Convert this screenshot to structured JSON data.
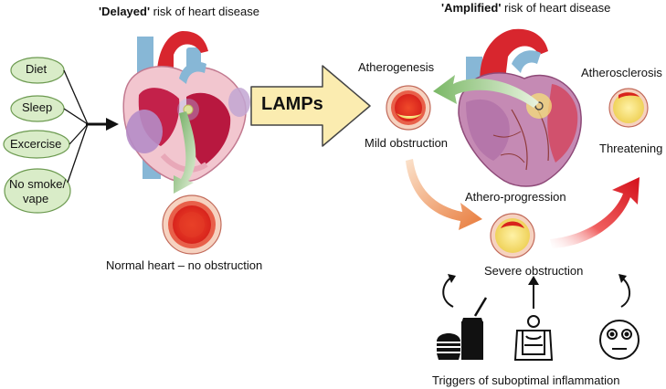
{
  "left_title": {
    "bold": "'Delayed'",
    "rest": " risk of heart disease"
  },
  "right_title": {
    "bold": "'Amplified'",
    "rest": " risk of heart disease"
  },
  "lifestyle_factors": [
    "Diet",
    "Sleep",
    "Excercise",
    "No smoke/",
    "vape"
  ],
  "lamps_label": "LAMPs",
  "labels": {
    "normal_heart": "Normal heart – no obstruction",
    "atherogenesis": "Atherogenesis",
    "mild_obstruction": "Mild obstruction",
    "athero_progression": "Athero-progression",
    "severe_obstruction": "Severe obstruction",
    "atherosclerosis": "Atherosclerosis",
    "threatening": "Threatening",
    "triggers": "Triggers of suboptimal inflammation"
  },
  "colors": {
    "ellipse_fill": "#d9ecc8",
    "ellipse_stroke": "#6c9a50",
    "lamps_arrow_fill": "#fbecb0",
    "lamps_arrow_stroke": "#444444",
    "heart_red": "#d8262e",
    "heart_pink": "#c07aa6",
    "vessel_blue": "#87b7d6",
    "plaque_yellow": "#f4e07a",
    "red_arrow": "#e2201b",
    "orange_arrow": "#f0a060",
    "green_arrow": "#8cc07a"
  },
  "icons": [
    "fast-food-icon",
    "person-on-couch-icon",
    "sick-face-icon"
  ]
}
